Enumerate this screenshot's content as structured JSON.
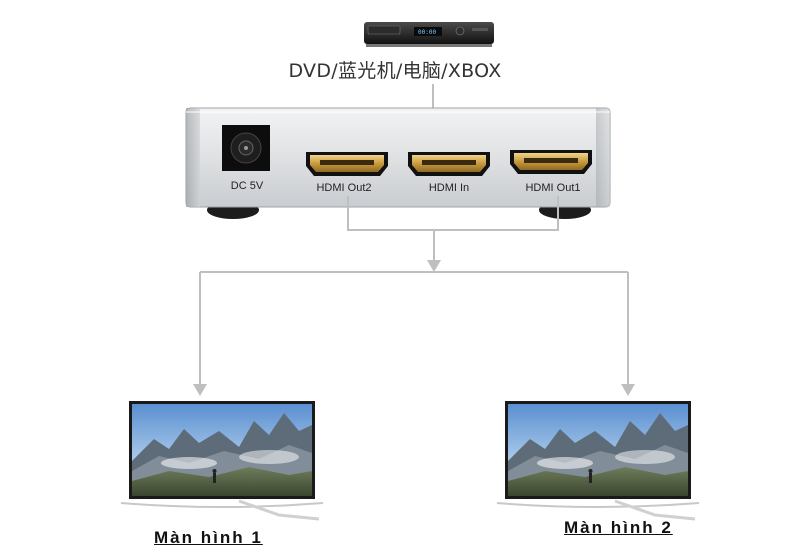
{
  "source_label": "DVD/蓝光机/电脑/XBOX",
  "device": {
    "power_label": "DC 5V",
    "ports": {
      "out2": "HDMI Out2",
      "in": "HDMI In",
      "out1": "HDMI Out1"
    }
  },
  "screens": [
    {
      "label": "Màn hình 1"
    },
    {
      "label": "Màn hình 2"
    }
  ],
  "colors": {
    "connector": "#bfbfbf",
    "device_body": "#e2e4e6",
    "hdmi_gold": "#c99a3e"
  }
}
